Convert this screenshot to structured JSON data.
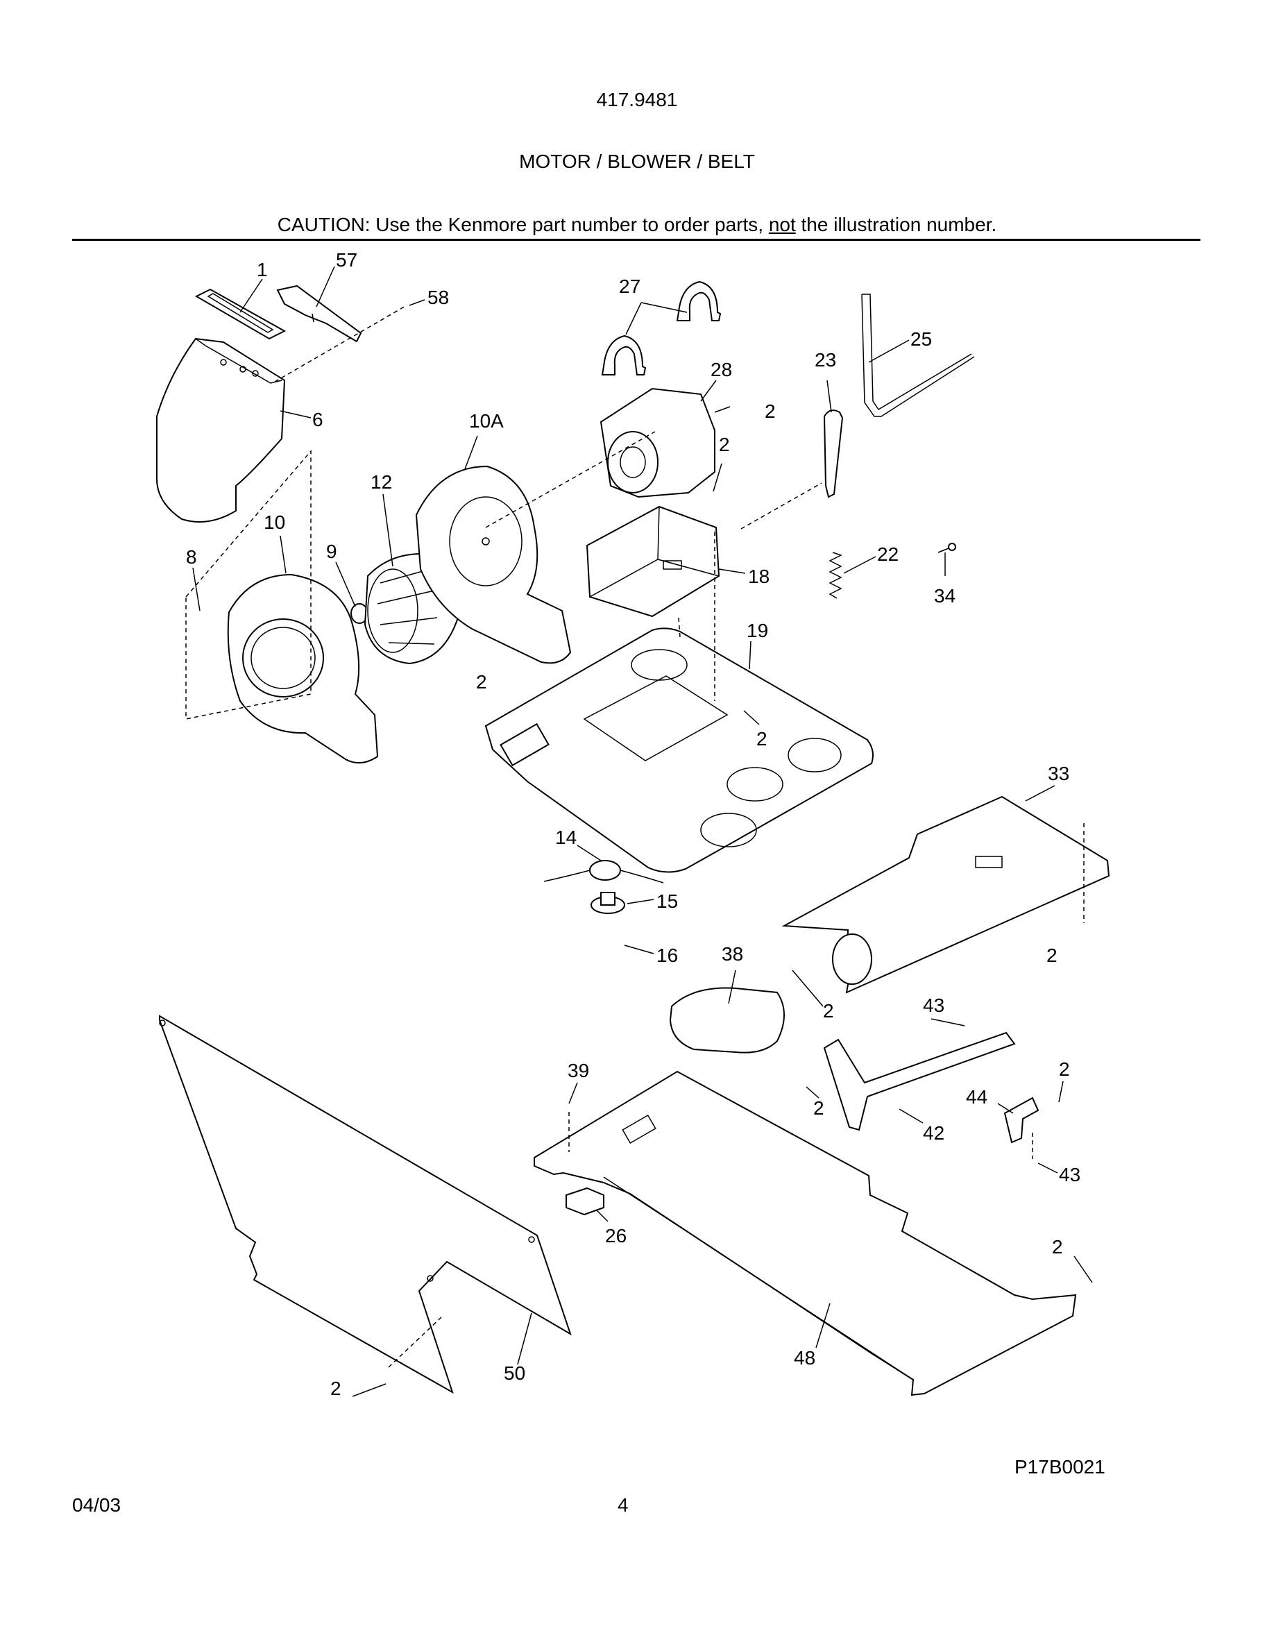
{
  "header": {
    "model": "417.9481",
    "title": "MOTOR / BLOWER / BELT",
    "caution_prefix": "CAUTION: Use the Kenmore part number to order parts, ",
    "caution_underlined": "not",
    "caution_suffix": " the illustration number."
  },
  "callouts": [
    "1",
    "57",
    "58",
    "6",
    "10A",
    "12",
    "10",
    "9",
    "8",
    "2",
    "27",
    "28",
    "23",
    "25",
    "2",
    "2",
    "18",
    "22",
    "34",
    "19",
    "2",
    "33",
    "14",
    "15",
    "16",
    "38",
    "2",
    "2",
    "43",
    "39",
    "2",
    "44",
    "2",
    "42",
    "43",
    "26",
    "2",
    "48",
    "50",
    "2"
  ],
  "footer": {
    "drawing_code": "P17B0021",
    "date": "04/03",
    "page_number": "4"
  }
}
